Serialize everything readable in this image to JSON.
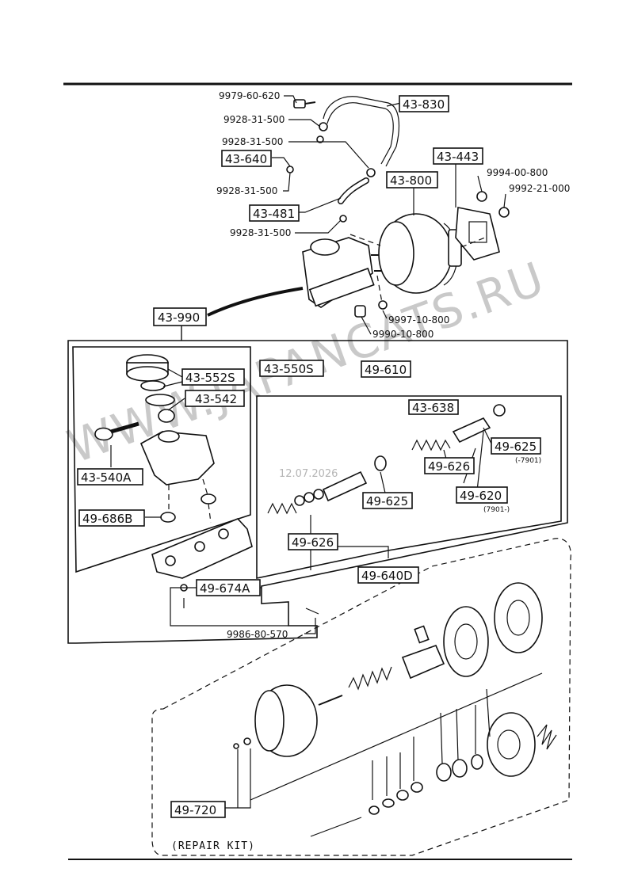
{
  "watermark": "WWW.JAPANCATS.RU",
  "date_stamp": "12.07.2026",
  "repair_kit_label": "(REPAIR KIT)",
  "boxed_labels": {
    "b_43_830": "43-830",
    "b_43_443": "43-443",
    "b_43_640": "43-640",
    "b_43_800": "43-800",
    "b_43_481": "43-481",
    "b_43_990": "43-990",
    "b_43_552s": "43-552S",
    "b_43_550s": "43-550S",
    "b_43_542": "43-542",
    "b_43_540a": "43-540A",
    "b_49_686b": "49-686B",
    "b_49_610": "49-610",
    "b_43_638": "43-638",
    "b_49_625a": "49-625",
    "b_49_626a": "49-626",
    "b_49_620": "49-620",
    "b_49_625b": "49-625",
    "b_49_626b": "49-626",
    "b_49_640d": "49-640D",
    "b_49_674a": "49-674A",
    "b_49_720": "49-720"
  },
  "plain_labels": {
    "p_9979_60_620": "9979-60-620",
    "p_9928_31_500_a": "9928-31-500",
    "p_9928_31_500_b": "9928-31-500",
    "p_9928_31_500_c": "9928-31-500",
    "p_9928_31_500_d": "9928-31-500",
    "p_9994_00_800": "9994-00-800",
    "p_9992_21_000": "9992-21-000",
    "p_9997_10_800": "9997-10-800",
    "p_9990_10_800": "9990-10-800",
    "p_9986_80_570": "9986-80-570"
  },
  "small_notes": {
    "n_7901_minus": "(-7901)",
    "n_7901_plus": "(7901-)"
  }
}
